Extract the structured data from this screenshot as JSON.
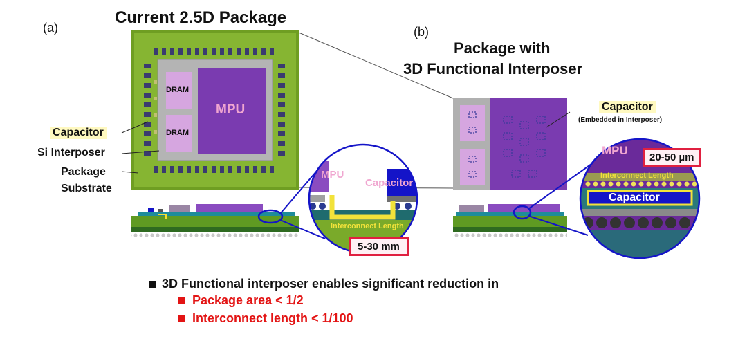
{
  "panel_a": {
    "label": "(a)",
    "title": "Current 2.5D Package",
    "chips": {
      "mpu": "MPU",
      "dram_top": "DRAM",
      "dram_bottom": "DRAM"
    },
    "callouts": {
      "capacitor": "Capacitor",
      "si_interposer": "Si Interposer",
      "package_line1": "Package",
      "package_line2": "Substrate"
    },
    "zoom": {
      "mpu": "MPU",
      "capacitor": "Capacitor",
      "interconnect": "Interconnect Length",
      "distance": "5-30 mm"
    }
  },
  "panel_b": {
    "label": "(b)",
    "title_line1": "Package with",
    "title_line2": "3D Functional Interposer",
    "capacitor_label": "Capacitor",
    "capacitor_sub": "(Embedded in Interposer)",
    "zoom": {
      "mpu": "MPU",
      "capacitor": "Capacitor",
      "interconnect": "Interconnect Length",
      "distance": "20-50 µm"
    }
  },
  "summary": {
    "main": "3D Functional interposer enables significant reduction in",
    "items": [
      "Package area < 1/2",
      "Interconnect length < 1/100"
    ]
  },
  "colors": {
    "substrate": "#79a82a",
    "interposer": "#a8a8a8",
    "mpu": "#7a3bb0",
    "dram": "#d6a6e0",
    "capacitor_blue": "#1414c8",
    "red": "#e31414",
    "highlight": "#fff9c0"
  }
}
